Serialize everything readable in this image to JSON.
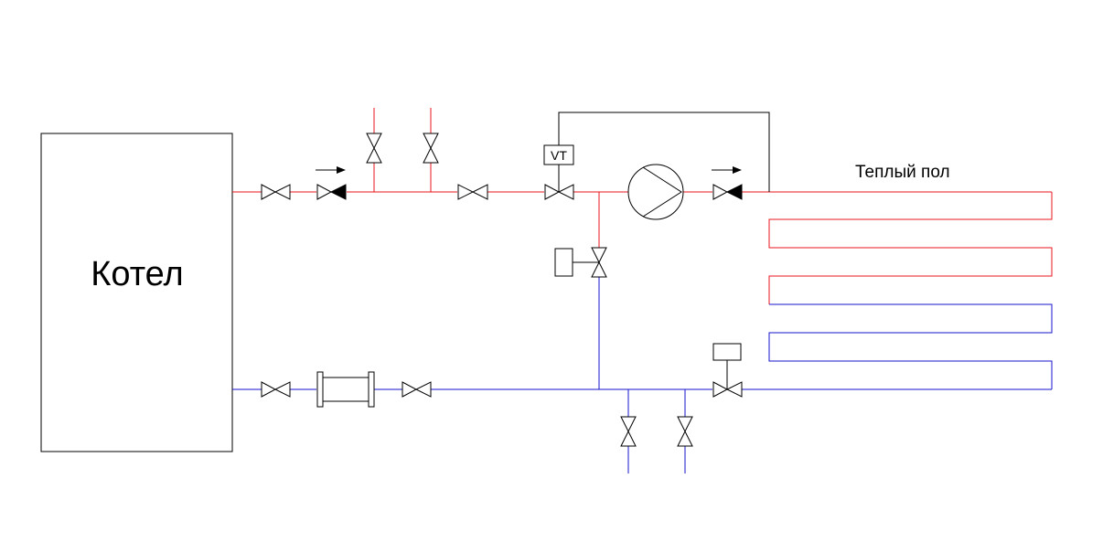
{
  "boiler": {
    "label": "Котел"
  },
  "floor": {
    "label": "Теплый пол"
  },
  "thermo_head": {
    "label": "VT"
  },
  "colors": {
    "supply": "#e8141b",
    "return": "#1414cc",
    "outline": "#000000",
    "background": "#ffffff"
  }
}
